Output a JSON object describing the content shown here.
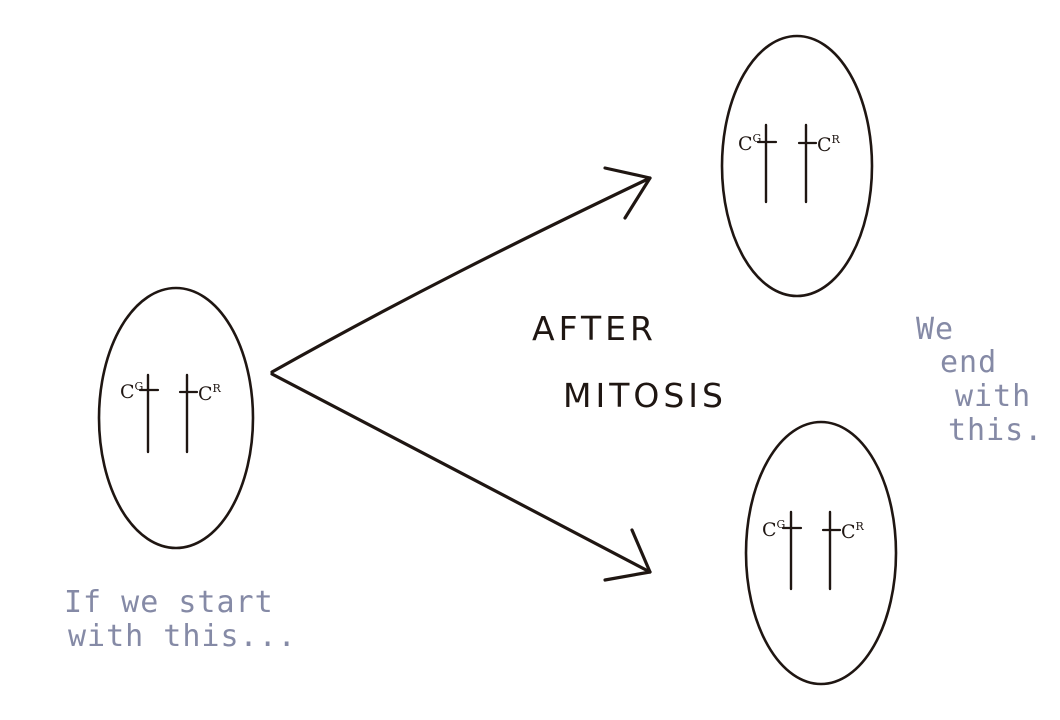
{
  "colors": {
    "ink": "#1f1612",
    "note": "#858aa6",
    "background": "#ffffff"
  },
  "center_label": {
    "line1": "AFTER",
    "line2": "MITOSIS"
  },
  "start_note": {
    "line1": "If we start",
    "line2": "with this..."
  },
  "end_note": {
    "line1": "We",
    "line2": "end",
    "line3": "with",
    "line4": "this."
  },
  "cells": [
    {
      "role": "parent",
      "chromosomes": [
        {
          "allele": "C",
          "superscript": "G"
        },
        {
          "allele": "C",
          "superscript": "R"
        }
      ]
    },
    {
      "role": "daughter",
      "chromosomes": [
        {
          "allele": "C",
          "superscript": "G"
        },
        {
          "allele": "C",
          "superscript": "R"
        }
      ]
    },
    {
      "role": "daughter",
      "chromosomes": [
        {
          "allele": "C",
          "superscript": "G"
        },
        {
          "allele": "C",
          "superscript": "R"
        }
      ]
    }
  ]
}
